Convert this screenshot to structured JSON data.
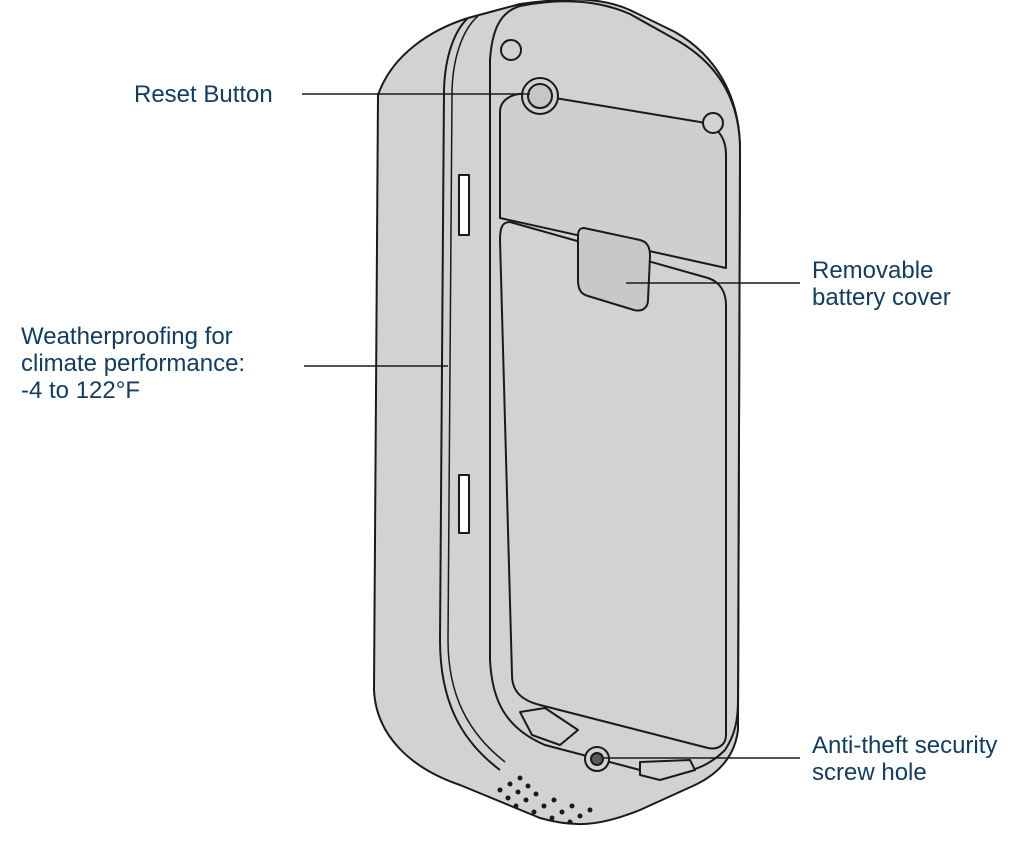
{
  "callouts": {
    "reset": {
      "line1": "Reset Button"
    },
    "weather": {
      "line1": "Weatherproofing for",
      "line2": "climate performance:",
      "line3": "-4 to 122°F"
    },
    "battery": {
      "line1": "Removable",
      "line2": "battery cover"
    },
    "screw": {
      "line1": "Anti-theft security",
      "line2": "screw hole"
    }
  },
  "colors": {
    "label_text": "#123d63",
    "device_fill": "#d2d2d2",
    "device_outline": "#1a1a1a",
    "leader_line": "#1a1a1a"
  }
}
